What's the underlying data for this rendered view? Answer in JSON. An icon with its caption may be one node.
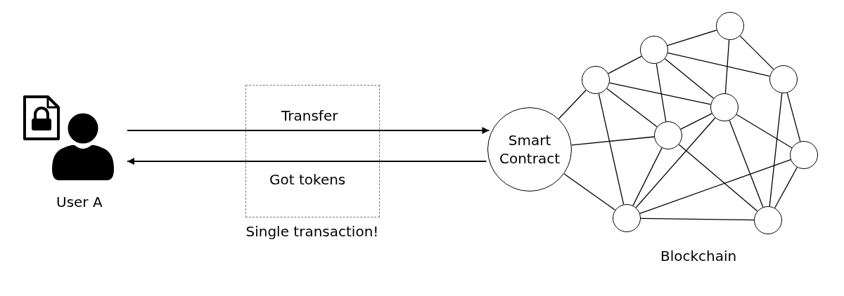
{
  "diagram": {
    "nodes": [
      {
        "text": [
          "User A"
        ]
      },
      {
        "text": [
          "Smart Contract"
        ]
      },
      {
        "text": [],
        "shape": "circle"
      },
      {
        "text": [],
        "shape": "circle"
      },
      {
        "text": [],
        "shape": "circle"
      },
      {
        "text": [],
        "shape": "circle"
      },
      {
        "text": [],
        "shape": "circle"
      },
      {
        "text": [],
        "shape": "circle"
      },
      {
        "text": [],
        "shape": "circle"
      },
      {
        "text": [],
        "shape": "circle"
      },
      {
        "text": [],
        "shape": "circle"
      }
    ],
    "edges": [
      {
        "from": 0,
        "to": 1,
        "arrow": "to",
        "label": "Transfer"
      },
      {
        "from": 1,
        "to": 0,
        "arrow": "to",
        "label": "Got tokens"
      },
      {
        "from": 1,
        "to": 5,
        "arrow": "none"
      },
      {
        "from": 1,
        "to": 7,
        "arrow": "none"
      },
      {
        "from": 1,
        "to": 9,
        "arrow": "none"
      },
      {
        "from": 5,
        "to": 3,
        "arrow": "none"
      },
      {
        "from": 5,
        "to": 6,
        "arrow": "none"
      },
      {
        "from": 5,
        "to": 7,
        "arrow": "none"
      },
      {
        "from": 5,
        "to": 9,
        "arrow": "none"
      },
      {
        "from": 3,
        "to": 2,
        "arrow": "none"
      },
      {
        "from": 3,
        "to": 4,
        "arrow": "none"
      },
      {
        "from": 3,
        "to": 7,
        "arrow": "none"
      },
      {
        "from": 3,
        "to": 6,
        "arrow": "none"
      },
      {
        "from": 2,
        "to": 6,
        "arrow": "none"
      },
      {
        "from": 2,
        "to": 4,
        "arrow": "none"
      },
      {
        "from": 4,
        "to": 10,
        "arrow": "none"
      },
      {
        "from": 4,
        "to": 8,
        "arrow": "none"
      },
      {
        "from": 6,
        "to": 7,
        "arrow": "none"
      },
      {
        "from": 6,
        "to": 9,
        "arrow": "none"
      },
      {
        "from": 6,
        "to": 10,
        "arrow": "none"
      },
      {
        "from": 6,
        "to": 8,
        "arrow": "none"
      },
      {
        "from": 7,
        "to": 9,
        "arrow": "none"
      },
      {
        "from": 7,
        "to": 10,
        "arrow": "none"
      },
      {
        "from": 8,
        "to": 9,
        "arrow": "none"
      },
      {
        "from": 8,
        "to": 10,
        "arrow": "none"
      },
      {
        "from": 9,
        "to": 10,
        "arrow": "none"
      }
    ],
    "labels": [
      "Single transaction!",
      "Blockchain"
    ]
  }
}
